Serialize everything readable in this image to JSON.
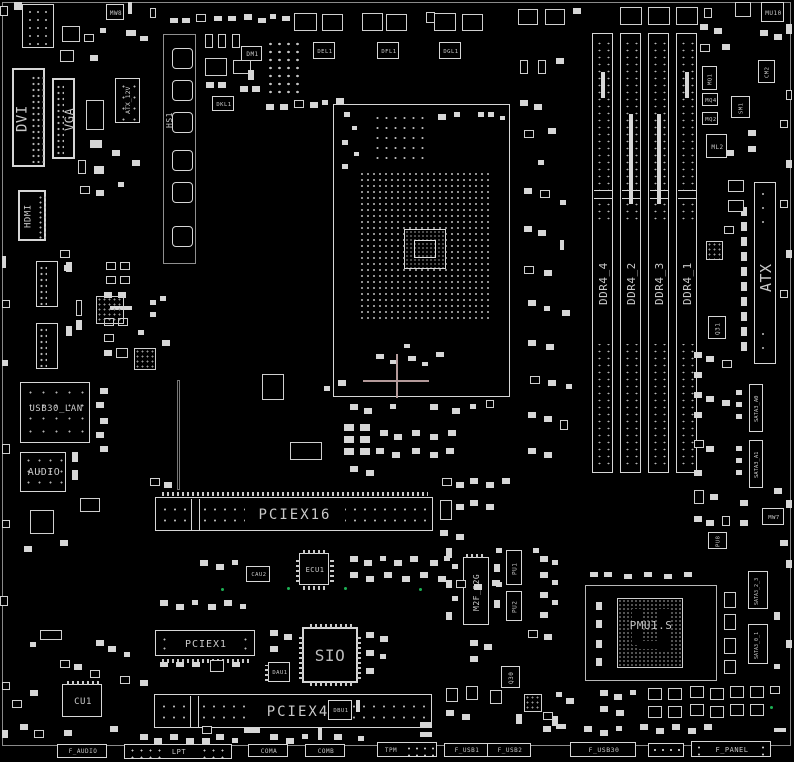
{
  "rear_io": {
    "dvi": "DVI",
    "vga": "VGA",
    "hdmi": "HDMI",
    "usb_lan_chip": "USB30_LAN",
    "audio": "AUDIO"
  },
  "power": {
    "atx12v": "ATX_12V",
    "atx24": "ATX"
  },
  "memory": {
    "slot1": "DDR4_4",
    "slot2": "DDR4_2",
    "slot3": "DDR4_3",
    "slot4": "DDR4_1"
  },
  "slots": {
    "pciex16": "PCIEX16",
    "pciex1": "PCIEX1",
    "pciex4": "PCIEX4",
    "m2": "M2F_32G"
  },
  "chips": {
    "sio": "SIO",
    "ecu1": "ECU1",
    "cau2": "CAU2",
    "dau1": "DAU1",
    "dbu1": "DBU1",
    "cu1": "CU1",
    "chipset": "PMU1.S",
    "hs1": "HS1",
    "dm1": "DM1",
    "del1": "DEL1",
    "dfl1": "DFL1",
    "dgl1": "DGL1",
    "dkl1": "DKL1",
    "mw8": "MW8",
    "mw7": "MW7",
    "mu10": "MU10",
    "cm2": "CM2",
    "mq1": "MQ1",
    "mq4": "MQ4",
    "mq2": "MQ2",
    "sm1": "SM1",
    "ml2": "ML2",
    "q31": "Q31",
    "q30": "Q30",
    "pu1": "PU1",
    "pu2": "PU2",
    "pu8": "PU8"
  },
  "sata": {
    "a0": "SATA3_A0",
    "a1": "SATA3_A1",
    "s23": "SATA3_2_3",
    "s01": "SATA3_0_1"
  },
  "headers": {
    "f_audio": "F_AUDIO",
    "lpt": "LPT",
    "coma": "COMA",
    "comb": "COMB",
    "tpm": "TPM",
    "f_usb1": "F_USB1",
    "f_usb2": "F_USB2",
    "f_usb30": "F_USB30",
    "f_panel": "F_PANEL"
  },
  "colors": {
    "background": "#000000",
    "silkscreen": "#d6d6d6",
    "label_text": "#c9c9c9",
    "test_point_green": "#1db054",
    "crosshair": "#b49a9a"
  }
}
